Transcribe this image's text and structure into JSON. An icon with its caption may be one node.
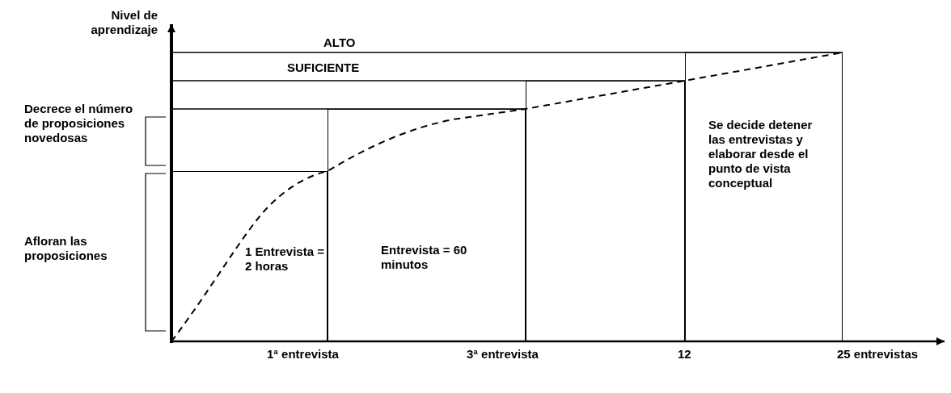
{
  "diagram": {
    "nodes": [
      {
        "text": [
          "1 Entrevista = 2 horas"
        ]
      },
      {
        "text": [
          "Entrevista = 60 minutos"
        ]
      },
      {
        "text": [],
        "shape": "box"
      },
      {
        "text": [
          "Se decide detener las entrevistas y elaborar desde el punto de vista conceptual"
        ]
      }
    ],
    "edges": [],
    "labels": [
      "Nivel de aprendizaje",
      "ALTO",
      "SUFICIENTE",
      "Decrece el número de proposiciones novedosas",
      "Afloran las proposiciones",
      "1ª entrevista",
      "3ª entrevista",
      "12",
      "25 entrevistas"
    ]
  }
}
